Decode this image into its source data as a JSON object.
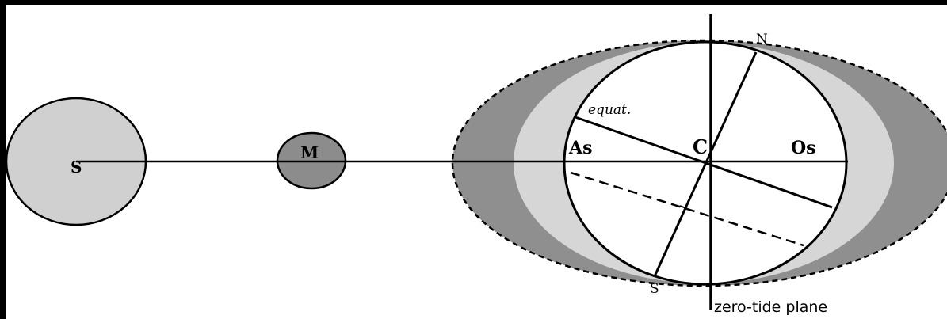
{
  "diagram": {
    "labels": {
      "sun": "S",
      "moon": "M",
      "center": "C",
      "north": "N",
      "south": "S",
      "equator": "equat.",
      "sublunar_bulge": "As",
      "antipodal_bulge": "Os",
      "zero_tide": "zero-tide plane"
    },
    "colors": {
      "background": "#000000",
      "panel": "#ffffff",
      "sun_fill": "#d0d0d0",
      "moon_fill": "#8c8c8c",
      "outer_tide_fill": "#8f8f8f",
      "inner_tide_fill": "#d6d6d6",
      "earth_fill": "#ffffff",
      "line": "#000000"
    }
  }
}
